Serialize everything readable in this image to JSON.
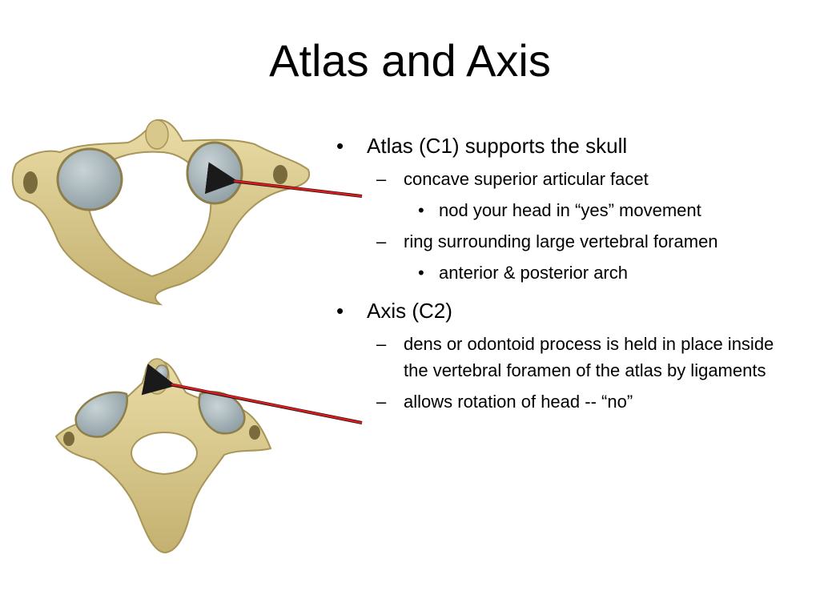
{
  "slide": {
    "title": "Atlas and Axis",
    "bullets": {
      "atlas": {
        "marker": "•",
        "text": "Atlas (C1) supports the skull",
        "sub1": {
          "marker": "–",
          "text": "concave superior articular facet",
          "detail": {
            "marker": "•",
            "text": "nod your head in “yes” movement"
          }
        },
        "sub2": {
          "marker": "–",
          "text": "ring surrounding large vertebral foramen",
          "detail": {
            "marker": "•",
            "text": "anterior & posterior arch"
          }
        }
      },
      "axis": {
        "marker": "•",
        "text": "Axis (C2)",
        "sub1": {
          "marker": "–",
          "text": "dens or odontoid process is held in place inside the vertebral foramen of the atlas by ligaments"
        },
        "sub2": {
          "marker": "–",
          "text": "allows rotation of head -- “no”"
        }
      }
    }
  },
  "colors": {
    "bone": "#d9c98a",
    "bone_shadow": "#b5a264",
    "cartilage": "#a9b7bc",
    "arrow": "#e0191b"
  }
}
